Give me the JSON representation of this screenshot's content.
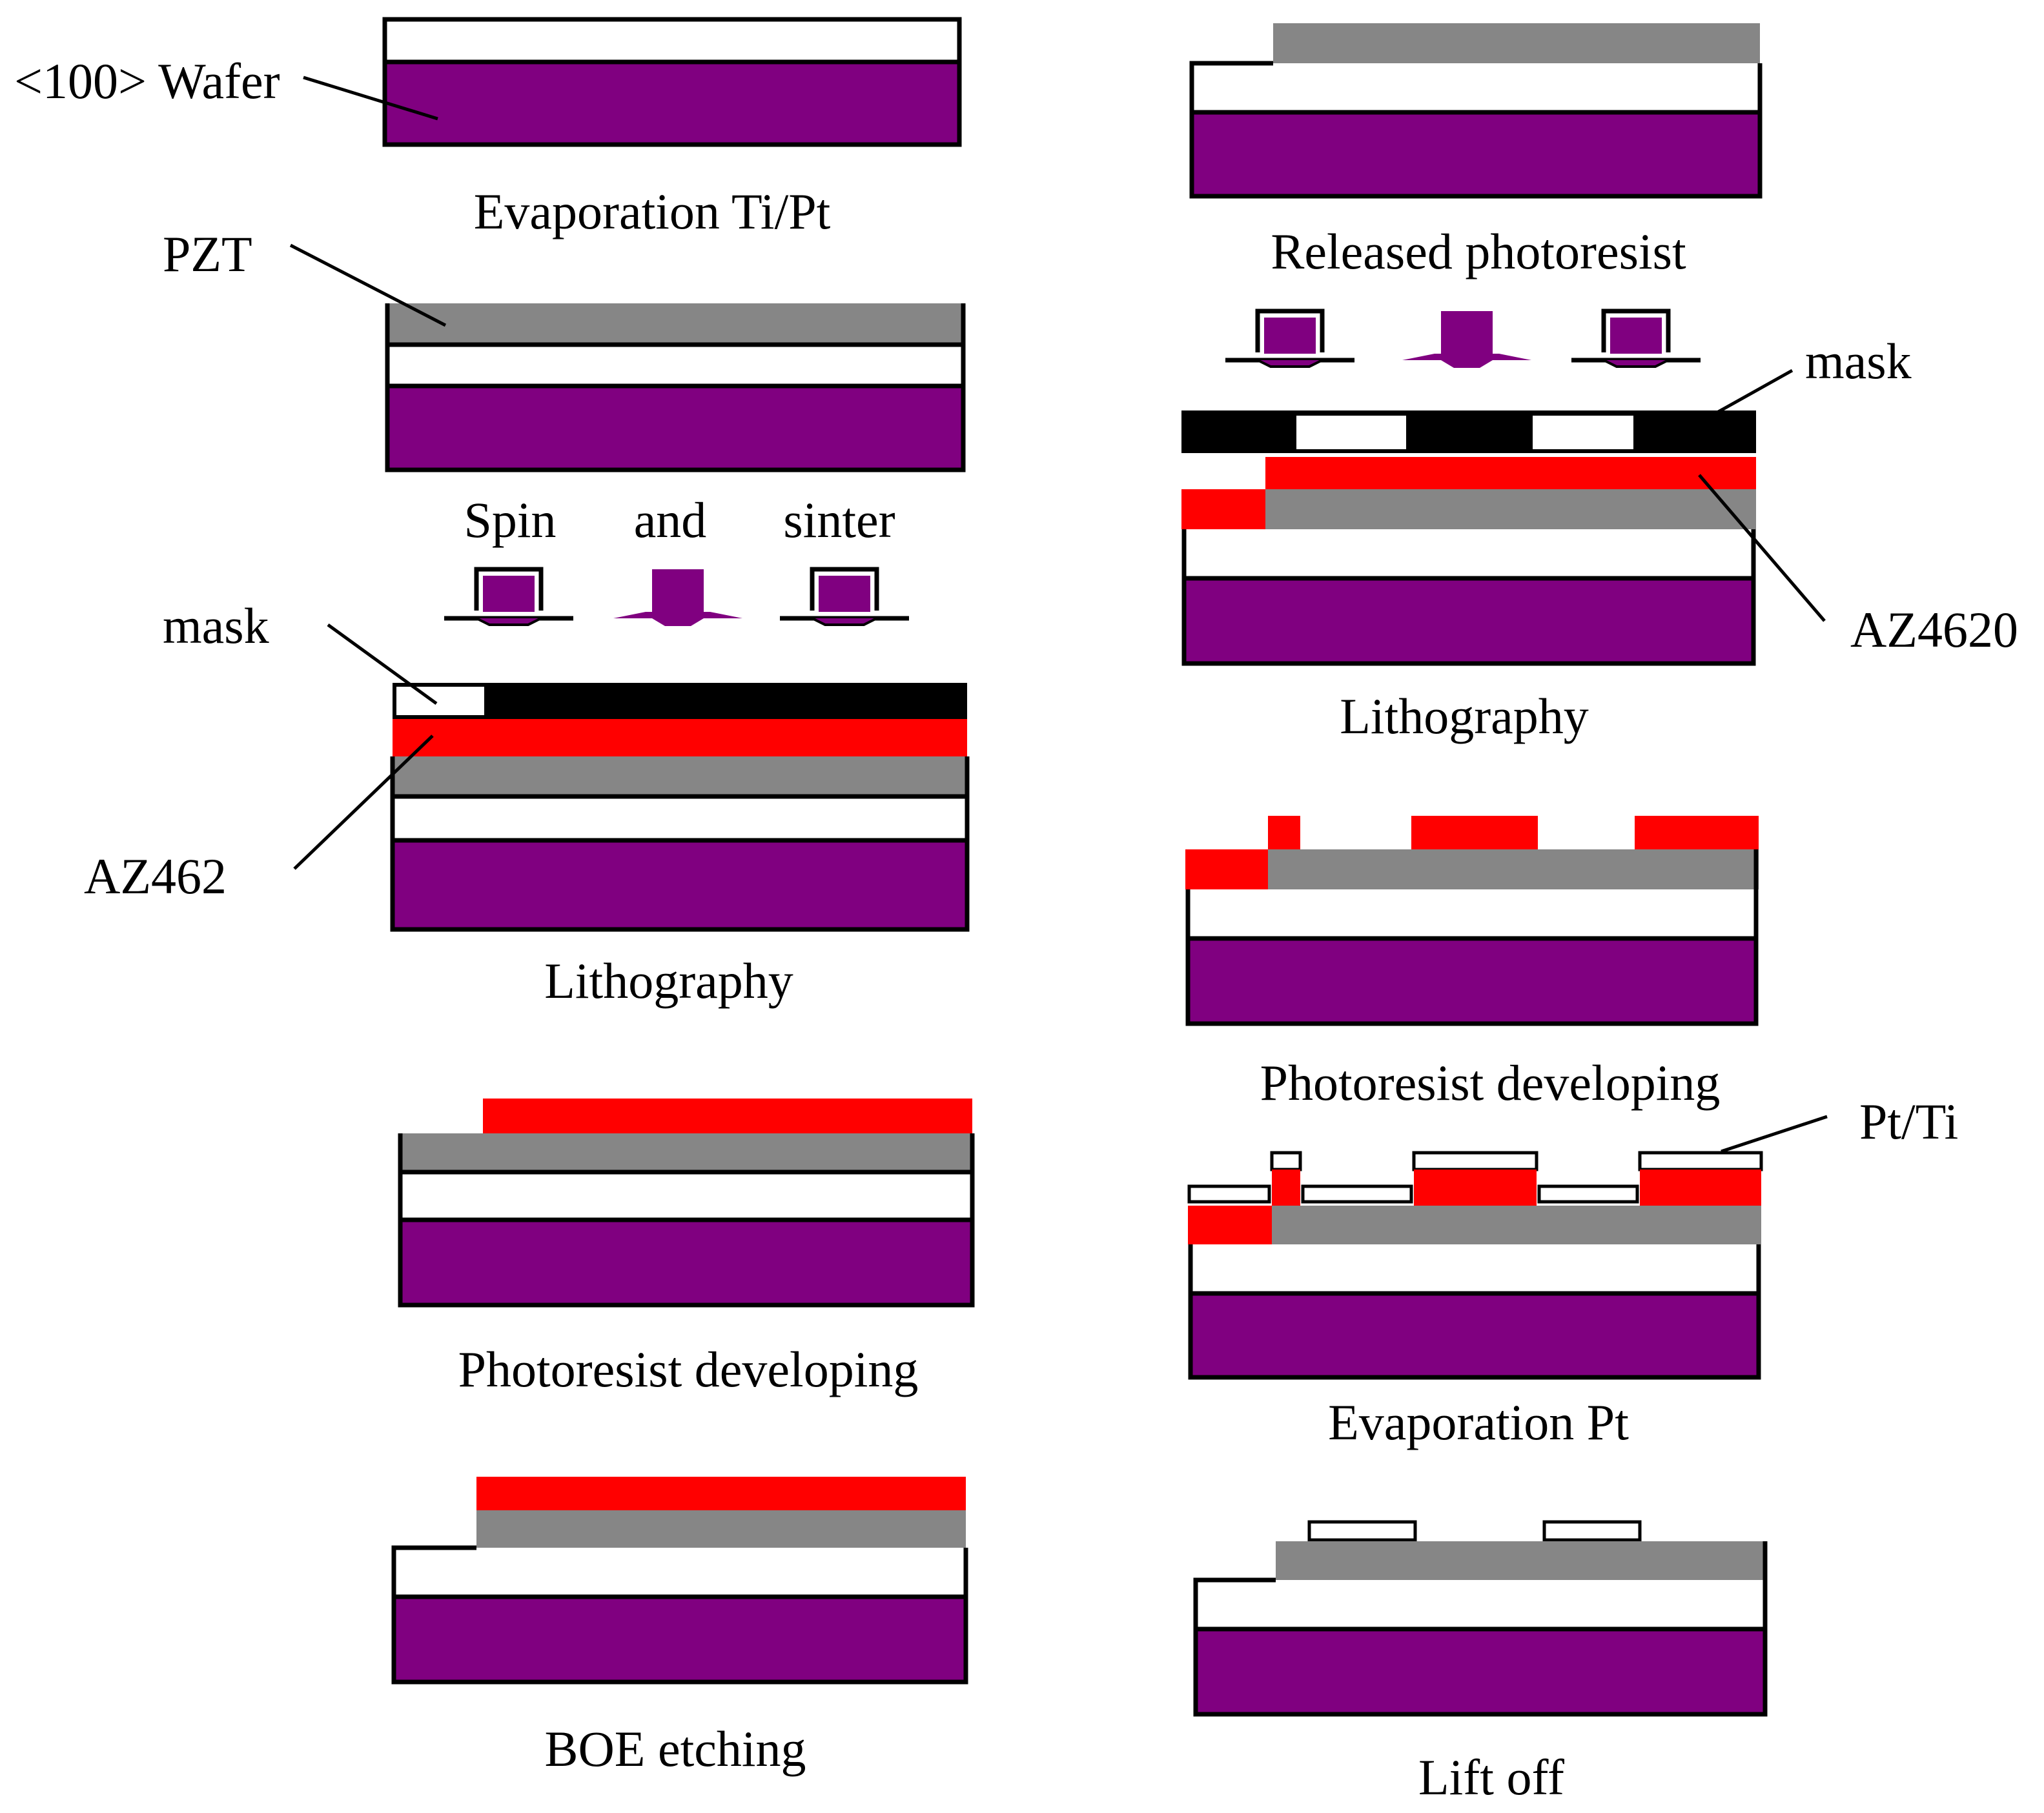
{
  "colors": {
    "wafer": "#800080",
    "oxide": "#ffffff",
    "pzt": "#868686",
    "photoresist": "#ff0000",
    "mask": "#000000",
    "outline": "#000000"
  },
  "labels": {
    "wafer": "<100> Wafer",
    "pzt": "PZT",
    "mask_left": "mask",
    "photoresist_left": "AZ462",
    "mask_right": "mask",
    "photoresist_right": "AZ4620",
    "metal_right": "Pt/Ti"
  },
  "steps": {
    "s1": "Evaporation Ti/Pt",
    "s2_spin": "Spin",
    "s2_and": "and",
    "s2_sinter": "sinter",
    "s3": "Lithography",
    "s4": "Photoresist developing",
    "s5": "BOE etching",
    "s6": "Released photoresist",
    "s7": "Lithography",
    "s8": "Photoresist developing",
    "s9": "Evaporation Pt",
    "s10": "Lift off"
  }
}
